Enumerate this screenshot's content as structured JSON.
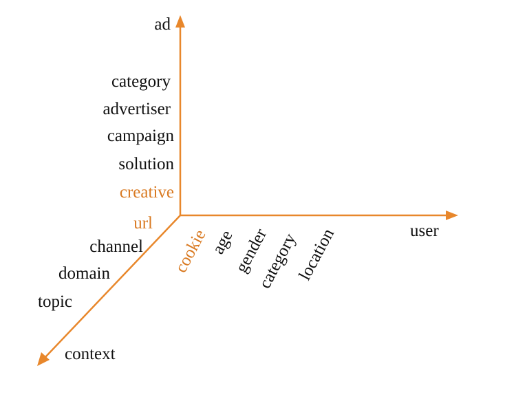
{
  "colors": {
    "axis": "#e8872b",
    "text": "#111111",
    "highlight": "#d97a22",
    "background": "#ffffff"
  },
  "axes": {
    "ad": "ad",
    "user": "user",
    "context": "context"
  },
  "ad_attributes": [
    "category",
    "advertiser",
    "campaign",
    "solution",
    "creative"
  ],
  "user_attributes": [
    "cookie",
    "age",
    "gender",
    "category",
    "location"
  ],
  "context_attributes": [
    "url",
    "channel",
    "domain",
    "topic"
  ]
}
